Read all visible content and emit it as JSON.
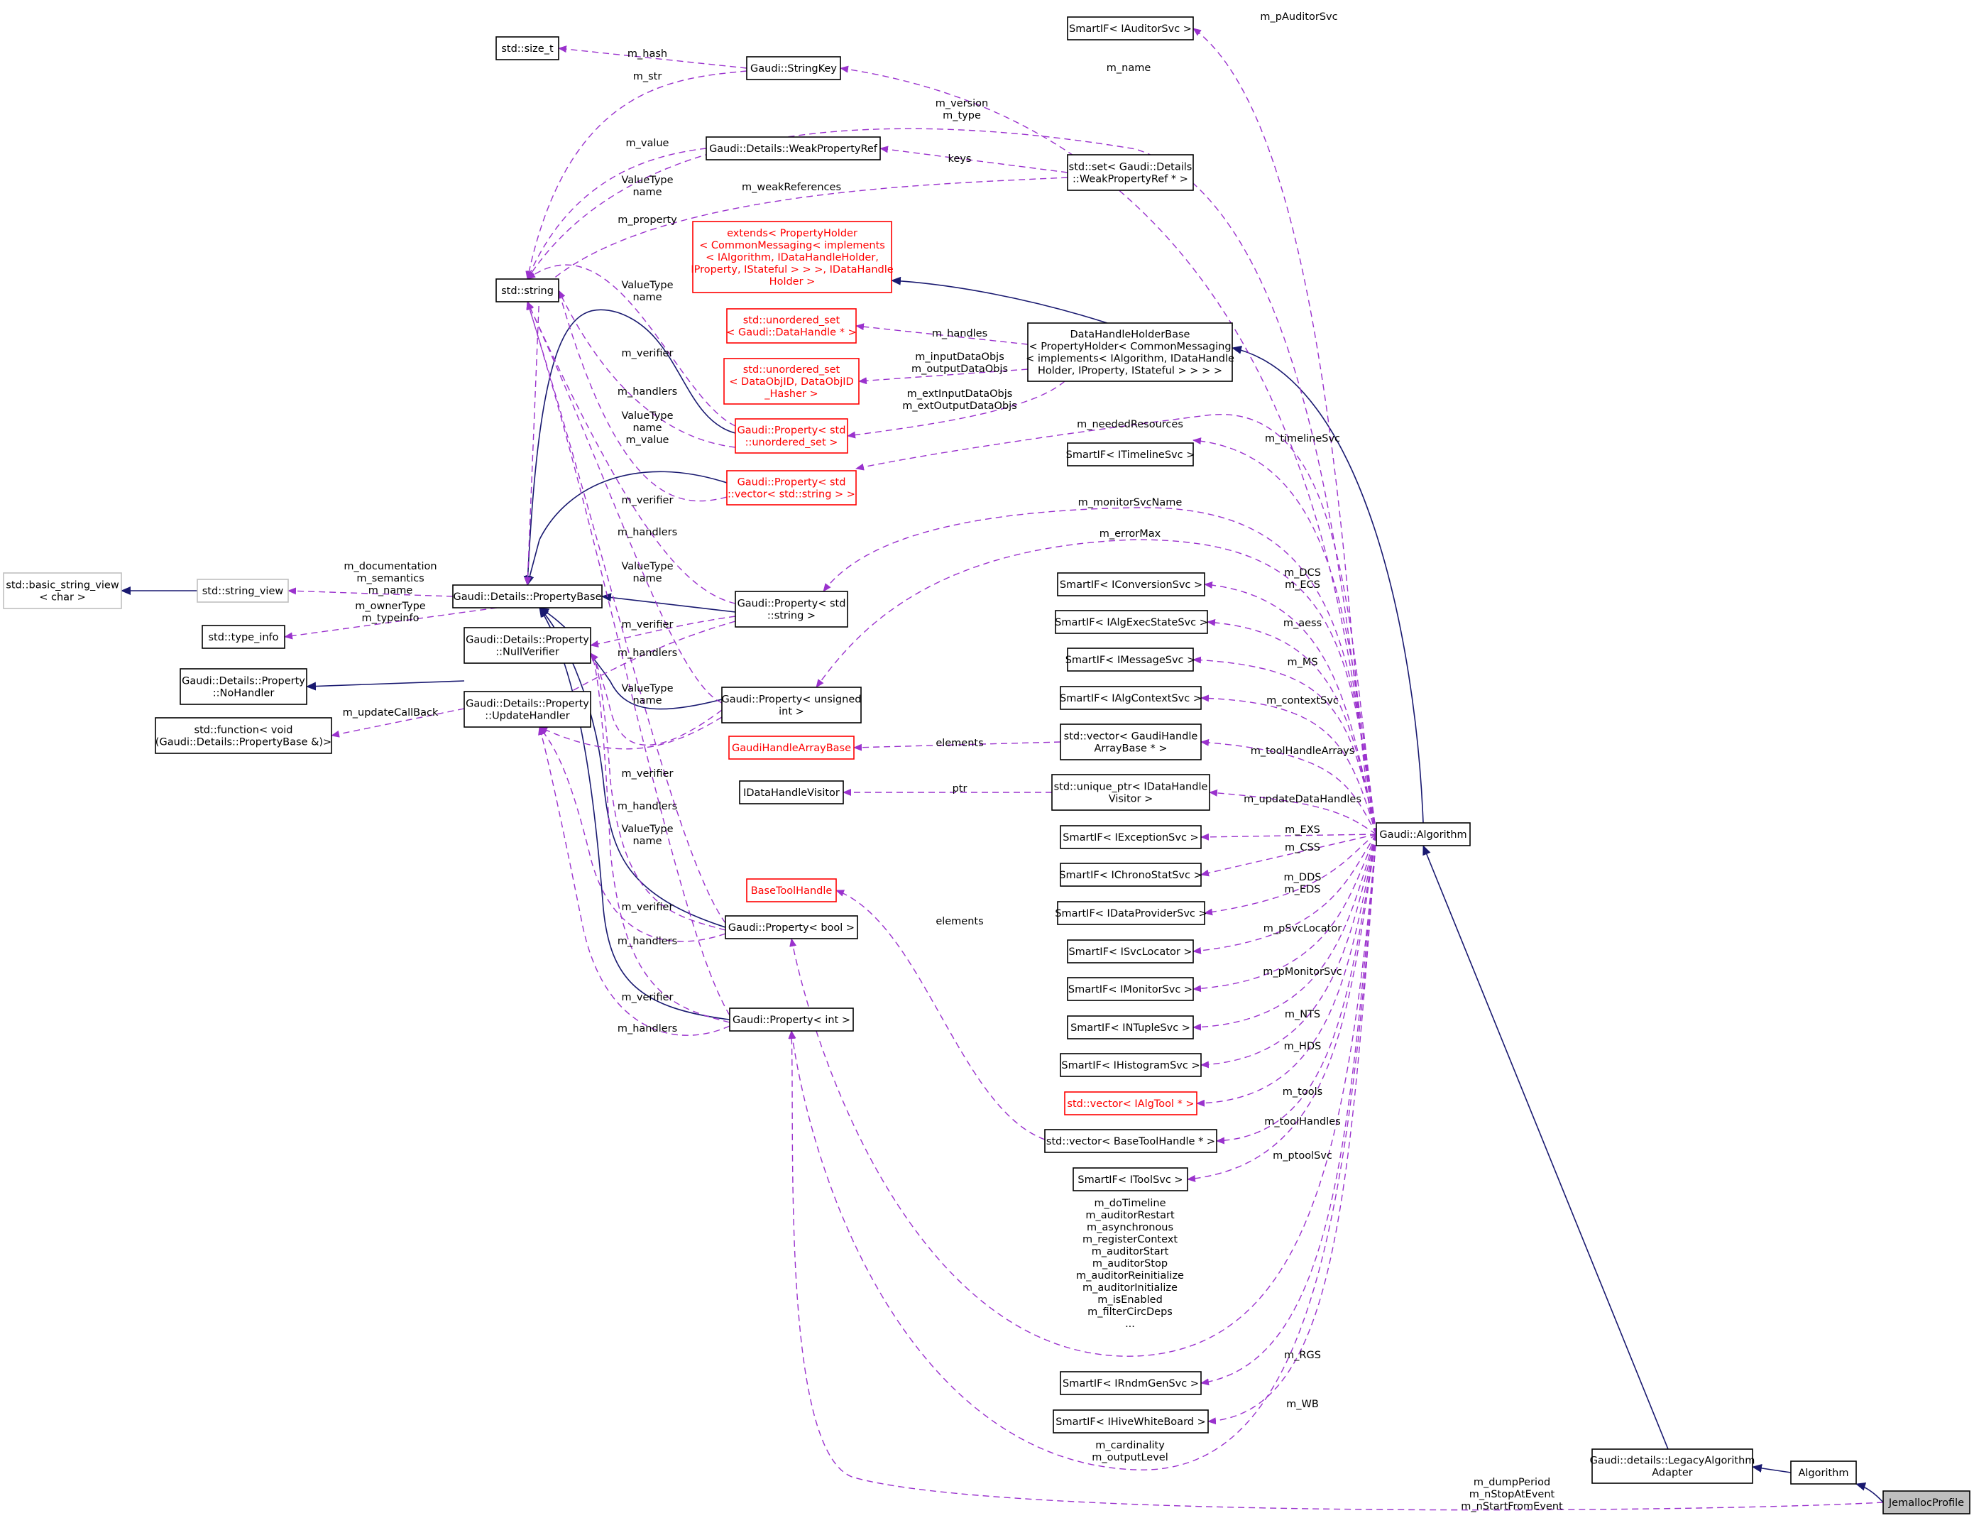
{
  "diagram": {
    "title": "",
    "colors": {
      "inheritance": "#191970",
      "usage": "#9a32cd",
      "box_border": "#000000",
      "incomplete_box_border": "#ff0000",
      "external_box_border": "#bfbfbf",
      "focus_fill": "#bfbfbf"
    },
    "nodes": [
      {
        "id": "auditorsvc",
        "lines": [
          "SmartIF< IAuditorSvc >"
        ]
      },
      {
        "id": "size_t",
        "lines": [
          "std::size_t"
        ]
      },
      {
        "id": "stringkey",
        "lines": [
          "Gaudi::StringKey"
        ]
      },
      {
        "id": "weakref",
        "lines": [
          "Gaudi::Details::WeakPropertyRef"
        ]
      },
      {
        "id": "setweak",
        "lines": [
          "std::set< Gaudi::Details",
          "::WeakPropertyRef * >"
        ]
      },
      {
        "id": "extends",
        "lines": [
          "extends< PropertyHolder",
          "< CommonMessaging< implements",
          "< IAlgorithm, IDataHandleHolder,",
          "IProperty, IStateful > > >, IDataHandle",
          "Holder >"
        ]
      },
      {
        "id": "string",
        "lines": [
          "std::string"
        ]
      },
      {
        "id": "uset_dh",
        "lines": [
          "std::unordered_set",
          "< Gaudi::DataHandle * >"
        ]
      },
      {
        "id": "dhhb",
        "lines": [
          "DataHandleHolderBase",
          "< PropertyHolder< CommonMessaging",
          "< implements< IAlgorithm, IDataHandle",
          "Holder, IProperty, IStateful > > > >"
        ]
      },
      {
        "id": "uset_doid",
        "lines": [
          "std::unordered_set",
          "< DataObjID, DataObjID",
          "_Hasher >"
        ]
      },
      {
        "id": "prop_uset",
        "lines": [
          "Gaudi::Property< std",
          "::unordered_set >"
        ]
      },
      {
        "id": "timelinesvc",
        "lines": [
          "SmartIF< ITimelineSvc >"
        ]
      },
      {
        "id": "prop_vec",
        "lines": [
          "Gaudi::Property< std",
          "::vector< std::string > >"
        ]
      },
      {
        "id": "basic_sv",
        "lines": [
          "std::basic_string_view",
          "< char >"
        ]
      },
      {
        "id": "string_view",
        "lines": [
          "std::string_view"
        ]
      },
      {
        "id": "propbase",
        "lines": [
          "Gaudi::Details::PropertyBase"
        ]
      },
      {
        "id": "prop_string",
        "lines": [
          "Gaudi::Property< std",
          "::string >"
        ]
      },
      {
        "id": "conversionsvc",
        "lines": [
          "SmartIF< IConversionSvc >"
        ]
      },
      {
        "id": "type_info",
        "lines": [
          "std::type_info"
        ]
      },
      {
        "id": "nullverifier",
        "lines": [
          "Gaudi::Details::Property",
          "::NullVerifier"
        ]
      },
      {
        "id": "algexec",
        "lines": [
          "SmartIF< IAlgExecStateSvc >"
        ]
      },
      {
        "id": "nohandler",
        "lines": [
          "Gaudi::Details::Property",
          "::NoHandler"
        ]
      },
      {
        "id": "messagesvc",
        "lines": [
          "SmartIF< IMessageSvc >"
        ]
      },
      {
        "id": "updatehandler",
        "lines": [
          "Gaudi::Details::Property",
          "::UpdateHandler"
        ]
      },
      {
        "id": "prop_uint",
        "lines": [
          "Gaudi::Property< unsigned",
          "int >"
        ]
      },
      {
        "id": "algcontext",
        "lines": [
          "SmartIF< IAlgContextSvc >"
        ]
      },
      {
        "id": "stdfunction",
        "lines": [
          "std::function< void",
          "(Gaudi::Details::PropertyBase &)>"
        ]
      },
      {
        "id": "gaudihandlearraybase",
        "lines": [
          "GaudiHandleArrayBase"
        ]
      },
      {
        "id": "vec_gha",
        "lines": [
          "std::vector< GaudiHandle",
          "ArrayBase * >"
        ]
      },
      {
        "id": "idhvisitor",
        "lines": [
          "IDataHandleVisitor"
        ]
      },
      {
        "id": "uptr_dhv",
        "lines": [
          "std::unique_ptr< IDataHandle",
          "Visitor >"
        ]
      },
      {
        "id": "algorithm_g",
        "lines": [
          "Gaudi::Algorithm"
        ]
      },
      {
        "id": "exceptionsvc",
        "lines": [
          "SmartIF< IExceptionSvc >"
        ]
      },
      {
        "id": "chronostat",
        "lines": [
          "SmartIF< IChronoStatSvc >"
        ]
      },
      {
        "id": "basetoolhandle",
        "lines": [
          "BaseToolHandle"
        ]
      },
      {
        "id": "dataprovider",
        "lines": [
          "SmartIF< IDataProviderSvc >"
        ]
      },
      {
        "id": "prop_bool",
        "lines": [
          "Gaudi::Property< bool >"
        ]
      },
      {
        "id": "svclocator",
        "lines": [
          "SmartIF< ISvcLocator >"
        ]
      },
      {
        "id": "monitorsvc",
        "lines": [
          "SmartIF< IMonitorSvc >"
        ]
      },
      {
        "id": "prop_int",
        "lines": [
          "Gaudi::Property< int >"
        ]
      },
      {
        "id": "ntuplesvc",
        "lines": [
          "SmartIF< INTupleSvc >"
        ]
      },
      {
        "id": "histogramsvc",
        "lines": [
          "SmartIF< IHistogramSvc >"
        ]
      },
      {
        "id": "vec_algtool",
        "lines": [
          "std::vector< IAlgTool * >"
        ]
      },
      {
        "id": "vec_bth",
        "lines": [
          "std::vector< BaseToolHandle * >"
        ]
      },
      {
        "id": "toolsvc",
        "lines": [
          "SmartIF< IToolSvc >"
        ]
      },
      {
        "id": "rndmgen",
        "lines": [
          "SmartIF< IRndmGenSvc >"
        ]
      },
      {
        "id": "hivewb",
        "lines": [
          "SmartIF< IHiveWhiteBoard >"
        ]
      },
      {
        "id": "legacy",
        "lines": [
          "Gaudi::details::LegacyAlgorithm",
          "Adapter"
        ]
      },
      {
        "id": "algorithm",
        "lines": [
          "Algorithm"
        ]
      },
      {
        "id": "jemalloc",
        "lines": [
          "JemallocProfile"
        ]
      }
    ],
    "edge_labels": [
      {
        "id": "m_pAuditorSvc",
        "lines": [
          "m_pAuditorSvc"
        ]
      },
      {
        "id": "m_hash",
        "lines": [
          "m_hash"
        ]
      },
      {
        "id": "m_str",
        "lines": [
          "m_str"
        ]
      },
      {
        "id": "m_name",
        "lines": [
          "m_name"
        ]
      },
      {
        "id": "m_version",
        "lines": [
          "m_version",
          "m_type"
        ]
      },
      {
        "id": "m_value",
        "lines": [
          "m_value"
        ]
      },
      {
        "id": "keys",
        "lines": [
          "keys"
        ]
      },
      {
        "id": "vt1",
        "lines": [
          "ValueType",
          "name"
        ]
      },
      {
        "id": "m_weakReferences",
        "lines": [
          "m_weakReferences"
        ]
      },
      {
        "id": "m_property",
        "lines": [
          "m_property"
        ]
      },
      {
        "id": "vt2",
        "lines": [
          "ValueType",
          "name"
        ]
      },
      {
        "id": "m_handles",
        "lines": [
          "m_handles"
        ]
      },
      {
        "id": "m_verifier1",
        "lines": [
          "m_verifier"
        ]
      },
      {
        "id": "m_inputDataObjs",
        "lines": [
          "m_inputDataObjs",
          "m_outputDataObjs"
        ]
      },
      {
        "id": "m_handlers1",
        "lines": [
          "m_handlers"
        ]
      },
      {
        "id": "m_extInputDataObjs",
        "lines": [
          "m_extInputDataObjs",
          "m_extOutputDataObjs"
        ]
      },
      {
        "id": "vt3",
        "lines": [
          "ValueType",
          "name",
          "m_value"
        ]
      },
      {
        "id": "m_neededResources",
        "lines": [
          "m_neededResources"
        ]
      },
      {
        "id": "m_timelineSvc",
        "lines": [
          "m_timelineSvc"
        ]
      },
      {
        "id": "m_monitorSvcName",
        "lines": [
          "m_monitorSvcName"
        ]
      },
      {
        "id": "m_verifier2",
        "lines": [
          "m_verifier"
        ]
      },
      {
        "id": "m_handlers2",
        "lines": [
          "m_handlers"
        ]
      },
      {
        "id": "m_errorMax",
        "lines": [
          "m_errorMax"
        ]
      },
      {
        "id": "m_documentation",
        "lines": [
          "m_documentation",
          "m_semantics",
          "m_name"
        ]
      },
      {
        "id": "vt4",
        "lines": [
          "ValueType",
          "name"
        ]
      },
      {
        "id": "m_DCS",
        "lines": [
          "m_DCS",
          "m_ECS"
        ]
      },
      {
        "id": "m_ownerType",
        "lines": [
          "m_ownerType",
          "m_typeinfo"
        ]
      },
      {
        "id": "m_verifier3",
        "lines": [
          "m_verifier"
        ]
      },
      {
        "id": "m_aess",
        "lines": [
          "m_aess"
        ]
      },
      {
        "id": "m_handlers3",
        "lines": [
          "m_handlers"
        ]
      },
      {
        "id": "vt5",
        "lines": [
          "ValueType",
          "name"
        ]
      },
      {
        "id": "m_MS",
        "lines": [
          "m_MS"
        ]
      },
      {
        "id": "m_contextSvc",
        "lines": [
          "m_contextSvc"
        ]
      },
      {
        "id": "m_updateCallBack",
        "lines": [
          "m_updateCallBack"
        ]
      },
      {
        "id": "elements1",
        "lines": [
          "elements"
        ]
      },
      {
        "id": "m_toolHandleArrays",
        "lines": [
          "m_toolHandleArrays"
        ]
      },
      {
        "id": "m_verifier4",
        "lines": [
          "m_verifier"
        ]
      },
      {
        "id": "ptr",
        "lines": [
          "ptr"
        ]
      },
      {
        "id": "m_updateDataHandles",
        "lines": [
          "m_updateDataHandles"
        ]
      },
      {
        "id": "m_handlers4",
        "lines": [
          "m_handlers"
        ]
      },
      {
        "id": "vt6",
        "lines": [
          "ValueType",
          "name"
        ]
      },
      {
        "id": "m_EXS",
        "lines": [
          "m_EXS"
        ]
      },
      {
        "id": "m_CSS",
        "lines": [
          "m_CSS"
        ]
      },
      {
        "id": "m_DDS",
        "lines": [
          "m_DDS",
          "m_EDS"
        ]
      },
      {
        "id": "m_verifier5",
        "lines": [
          "m_verifier"
        ]
      },
      {
        "id": "elements2",
        "lines": [
          "elements"
        ]
      },
      {
        "id": "m_handlers5",
        "lines": [
          "m_handlers"
        ]
      },
      {
        "id": "m_pSvcLocator",
        "lines": [
          "m_pSvcLocator"
        ]
      },
      {
        "id": "m_pMonitorSvc",
        "lines": [
          "m_pMonitorSvc"
        ]
      },
      {
        "id": "m_verifier6",
        "lines": [
          "m_verifier"
        ]
      },
      {
        "id": "m_NTS",
        "lines": [
          "m_NTS"
        ]
      },
      {
        "id": "m_handlers6",
        "lines": [
          "m_handlers"
        ]
      },
      {
        "id": "m_HDS",
        "lines": [
          "m_HDS"
        ]
      },
      {
        "id": "m_tools",
        "lines": [
          "m_tools"
        ]
      },
      {
        "id": "m_toolHandles",
        "lines": [
          "m_toolHandles"
        ]
      },
      {
        "id": "m_ptoolSvc",
        "lines": [
          "m_ptoolSvc"
        ]
      },
      {
        "id": "m_doTimeline",
        "lines": [
          "m_doTimeline",
          "m_auditorRestart",
          "m_asynchronous",
          "m_registerContext",
          "m_auditorStart",
          "m_auditorStop",
          "m_auditorReinitialize",
          "m_auditorInitialize",
          "m_isEnabled",
          "m_filterCircDeps",
          "..."
        ]
      },
      {
        "id": "m_RGS",
        "lines": [
          "m_RGS"
        ]
      },
      {
        "id": "m_WB",
        "lines": [
          "m_WB"
        ]
      },
      {
        "id": "m_cardinality",
        "lines": [
          "m_cardinality",
          "m_outputLevel"
        ]
      },
      {
        "id": "m_dumpPeriod",
        "lines": [
          "m_dumpPeriod",
          "m_nStopAtEvent",
          "m_nStartFromEvent"
        ]
      }
    ]
  }
}
